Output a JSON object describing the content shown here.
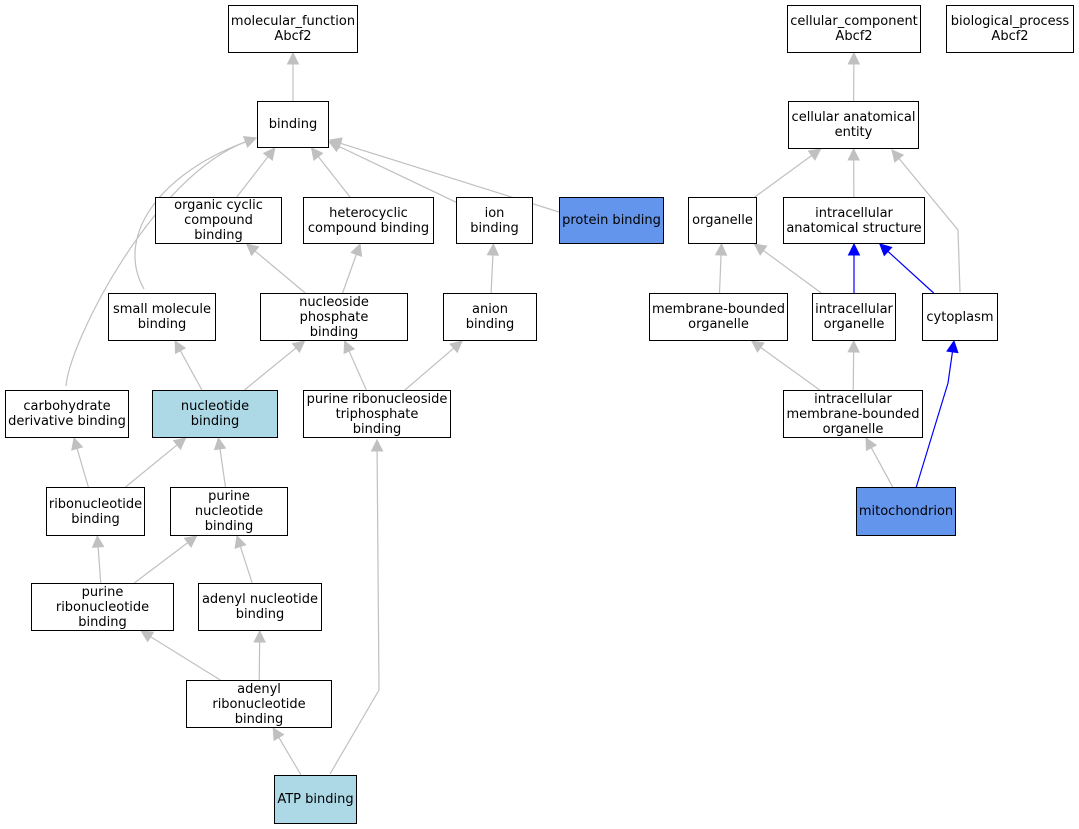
{
  "colors": {
    "edge_default": "#c0c0c0",
    "edge_highlight": "#0000ff",
    "node_fill_default": "#ffffff",
    "node_fill_light": "#add8e6",
    "node_fill_dark": "#6495ed"
  },
  "nodes": [
    {
      "id": "mf",
      "label": "molecular_function\nAbcf2",
      "fill": "default"
    },
    {
      "id": "cc",
      "label": "cellular_component\nAbcf2",
      "fill": "default"
    },
    {
      "id": "bp",
      "label": "biological_process\nAbcf2",
      "fill": "default"
    },
    {
      "id": "binding",
      "label": "binding",
      "fill": "default"
    },
    {
      "id": "cae",
      "label": "cellular anatomical\nentity",
      "fill": "default"
    },
    {
      "id": "ocb",
      "label": "organic cyclic\ncompound binding",
      "fill": "default"
    },
    {
      "id": "hcb",
      "label": "heterocyclic\ncompound binding",
      "fill": "default"
    },
    {
      "id": "ionb",
      "label": "ion binding",
      "fill": "default"
    },
    {
      "id": "protb",
      "label": "protein binding",
      "fill": "dark"
    },
    {
      "id": "organelle",
      "label": "organelle",
      "fill": "default"
    },
    {
      "id": "ias",
      "label": "intracellular\nanatomical structure",
      "fill": "default"
    },
    {
      "id": "smb",
      "label": "small molecule\nbinding",
      "fill": "default"
    },
    {
      "id": "npb",
      "label": "nucleoside phosphate\nbinding",
      "fill": "default"
    },
    {
      "id": "anionb",
      "label": "anion binding",
      "fill": "default"
    },
    {
      "id": "mbo",
      "label": "membrane-bounded\norganelle",
      "fill": "default"
    },
    {
      "id": "io",
      "label": "intracellular\norganelle",
      "fill": "default"
    },
    {
      "id": "cyto",
      "label": "cytoplasm",
      "fill": "default"
    },
    {
      "id": "cdb",
      "label": "carbohydrate\nderivative binding",
      "fill": "default"
    },
    {
      "id": "nucb",
      "label": "nucleotide binding",
      "fill": "light"
    },
    {
      "id": "prtb",
      "label": "purine ribonucleoside\ntriphosphate\nbinding",
      "fill": "default"
    },
    {
      "id": "imbo",
      "label": "intracellular\nmembrane-bounded\norganelle",
      "fill": "default"
    },
    {
      "id": "rnb",
      "label": "ribonucleotide\nbinding",
      "fill": "default"
    },
    {
      "id": "pnb",
      "label": "purine nucleotide\nbinding",
      "fill": "default"
    },
    {
      "id": "mito",
      "label": "mitochondrion",
      "fill": "dark"
    },
    {
      "id": "prnb",
      "label": "purine ribonucleotide\nbinding",
      "fill": "default"
    },
    {
      "id": "anb",
      "label": "adenyl nucleotide\nbinding",
      "fill": "default"
    },
    {
      "id": "arnb",
      "label": "adenyl ribonucleotide\nbinding",
      "fill": "default"
    },
    {
      "id": "atpb",
      "label": "ATP binding",
      "fill": "light"
    }
  ],
  "edges": [
    {
      "from": "binding",
      "to": "mf",
      "color": "default"
    },
    {
      "from": "cae",
      "to": "cc",
      "color": "default"
    },
    {
      "from": "ocb",
      "to": "binding",
      "color": "default"
    },
    {
      "from": "hcb",
      "to": "binding",
      "color": "default"
    },
    {
      "from": "ionb",
      "to": "binding",
      "color": "default"
    },
    {
      "from": "protb",
      "to": "binding",
      "color": "default"
    },
    {
      "from": "smb",
      "to": "binding",
      "color": "default"
    },
    {
      "from": "cdb",
      "to": "binding",
      "color": "default"
    },
    {
      "from": "organelle",
      "to": "cae",
      "color": "default"
    },
    {
      "from": "ias",
      "to": "cae",
      "color": "default"
    },
    {
      "from": "cyto",
      "to": "cae",
      "color": "default"
    },
    {
      "from": "npb",
      "to": "ocb",
      "color": "default"
    },
    {
      "from": "npb",
      "to": "hcb",
      "color": "default"
    },
    {
      "from": "anionb",
      "to": "ionb",
      "color": "default"
    },
    {
      "from": "mbo",
      "to": "organelle",
      "color": "default"
    },
    {
      "from": "io",
      "to": "organelle",
      "color": "default"
    },
    {
      "from": "io",
      "to": "ias",
      "color": "highlight"
    },
    {
      "from": "cyto",
      "to": "ias",
      "color": "highlight"
    },
    {
      "from": "nucb",
      "to": "smb",
      "color": "default"
    },
    {
      "from": "nucb",
      "to": "npb",
      "color": "default"
    },
    {
      "from": "prtb",
      "to": "npb",
      "color": "default"
    },
    {
      "from": "prtb",
      "to": "anionb",
      "color": "default"
    },
    {
      "from": "imbo",
      "to": "mbo",
      "color": "default"
    },
    {
      "from": "imbo",
      "to": "io",
      "color": "default"
    },
    {
      "from": "rnb",
      "to": "cdb",
      "color": "default"
    },
    {
      "from": "rnb",
      "to": "nucb",
      "color": "default"
    },
    {
      "from": "pnb",
      "to": "nucb",
      "color": "default"
    },
    {
      "from": "mito",
      "to": "imbo",
      "color": "default"
    },
    {
      "from": "mito",
      "to": "cyto",
      "color": "highlight"
    },
    {
      "from": "prnb",
      "to": "rnb",
      "color": "default"
    },
    {
      "from": "prnb",
      "to": "pnb",
      "color": "default"
    },
    {
      "from": "anb",
      "to": "pnb",
      "color": "default"
    },
    {
      "from": "arnb",
      "to": "prnb",
      "color": "default"
    },
    {
      "from": "arnb",
      "to": "anb",
      "color": "default"
    },
    {
      "from": "atpb",
      "to": "arnb",
      "color": "default"
    },
    {
      "from": "atpb",
      "to": "prtb",
      "color": "default"
    }
  ]
}
